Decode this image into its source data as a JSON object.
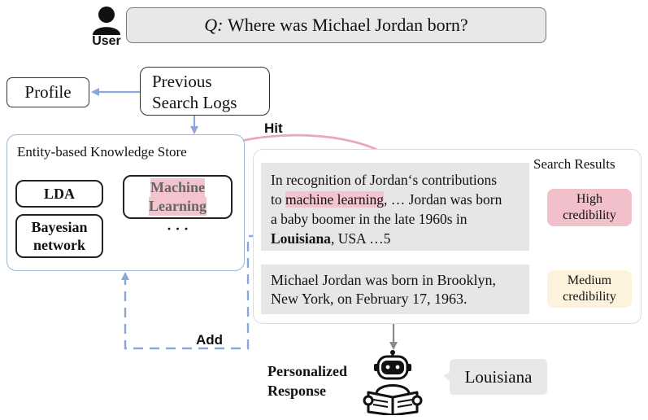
{
  "user": {
    "label": "User"
  },
  "query": {
    "prefix": "Q:",
    "text": "Where was Michael Jordan born?"
  },
  "profile": {
    "label": "Profile"
  },
  "search_logs": {
    "line1": "Previous",
    "line2": "Search Logs"
  },
  "knowledge_store": {
    "title": "Entity-based Knowledge Store",
    "entities": {
      "lda": "LDA",
      "bayes_line1": "Bayesian",
      "bayes_line2": "network",
      "ml_line1": "Machine",
      "ml_line2": "Learning",
      "more": "· · ·"
    }
  },
  "edges": {
    "hit": "Hit",
    "add": "Add"
  },
  "search_results": {
    "title": "Search Results",
    "result1": {
      "t1": "In recognition of Jordan‘s contributions",
      "t2a": "to ",
      "t2b": "machine learning",
      "t2c": ", … Jordan was born",
      "t3": "a baby boomer in the late 1960s in",
      "t4a": "Louisiana",
      "t4b": ", USA …5"
    },
    "result2": {
      "t1": "Michael Jordan was born in Brooklyn,",
      "t2": "New York, on February 17, 1963."
    },
    "credibility": {
      "high_1": "High",
      "high_2": "credibility",
      "medium_1": "Medium",
      "medium_2": "credibility"
    }
  },
  "response": {
    "label_line1": "Personalized",
    "label_line2": "Response",
    "answer": "Louisiana"
  },
  "colors": {
    "pink_highlight": "#f3c4cd",
    "high_badge": "#f2c0ca",
    "medium_badge": "#fdf3dc",
    "blue_arrow": "#8aa9d8",
    "pink_arrow": "#e9a9b5",
    "gray_arrow": "#8a8a8a"
  }
}
